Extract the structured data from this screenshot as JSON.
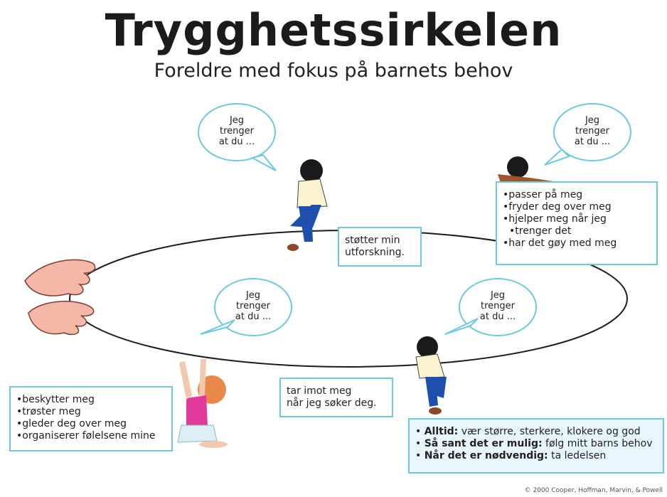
{
  "title": "Trygghetssirkelen",
  "subtitle": "Foreldre med fokus på barnets behov",
  "bubbles": [
    {
      "line1": "Jeg",
      "line2": "trenger",
      "line3": "at du ..."
    },
    {
      "line1": "Jeg",
      "line2": "trenger",
      "line3": "at du ..."
    },
    {
      "line1": "Jeg",
      "line2": "trenger",
      "line3": "at du ..."
    },
    {
      "line1": "Jeg",
      "line2": "trenger",
      "line3": "at du ..."
    }
  ],
  "top_right_box": {
    "items": [
      "passer på meg",
      "fryder deg over meg",
      "hjelper meg når jeg",
      "trenger det",
      "har det gøy med meg"
    ]
  },
  "center_top_box": {
    "line1": "støtter min",
    "line2": "utforskning."
  },
  "center_bottom_box": {
    "line1": "tar imot meg",
    "line2": "når jeg søker deg."
  },
  "bottom_left_box": {
    "items": [
      "beskytter meg",
      "trøster meg",
      "gleder deg over meg",
      "organiserer følelsene mine"
    ]
  },
  "bottom_right_box": {
    "rows": [
      {
        "bold": "Alltid:",
        "text": " vær større, sterkere, klokere og god"
      },
      {
        "bold": "Så sant det er mulig:",
        "text": " følg mitt barns behov"
      },
      {
        "bold": "Når det er nødvendig:",
        "text": " ta ledelsen"
      }
    ]
  },
  "copyright": "© 2000 Cooper, Hoffman, Marvin, & Powell",
  "colors": {
    "accent": "#6ec8df",
    "box_fill_right": "#e8f6fb",
    "skin": "#f3b8a6"
  }
}
